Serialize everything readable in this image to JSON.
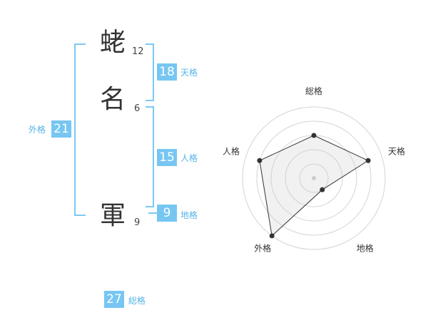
{
  "name": {
    "chars": [
      {
        "char": "蛯",
        "strokes": "12"
      },
      {
        "char": "名",
        "strokes": "6"
      },
      {
        "char": "軍",
        "strokes": "9"
      }
    ]
  },
  "kaku": {
    "tenkaku": {
      "value": "18",
      "label": "天格"
    },
    "jinkaku": {
      "value": "15",
      "label": "人格"
    },
    "chikaku": {
      "value": "9",
      "label": "地格"
    },
    "gaikaku": {
      "value": "21",
      "label": "外格"
    },
    "soukaku": {
      "value": "27",
      "label": "総格"
    }
  },
  "colors": {
    "accent": "#77c6f2",
    "bracket": "#7cc8f4",
    "text": "#333333"
  },
  "chart_data": {
    "type": "radar",
    "axes": [
      "総格",
      "天格",
      "地格",
      "外格",
      "人格"
    ],
    "max": 5,
    "rings": 5,
    "values": [
      3,
      4,
      1,
      5,
      4
    ]
  }
}
